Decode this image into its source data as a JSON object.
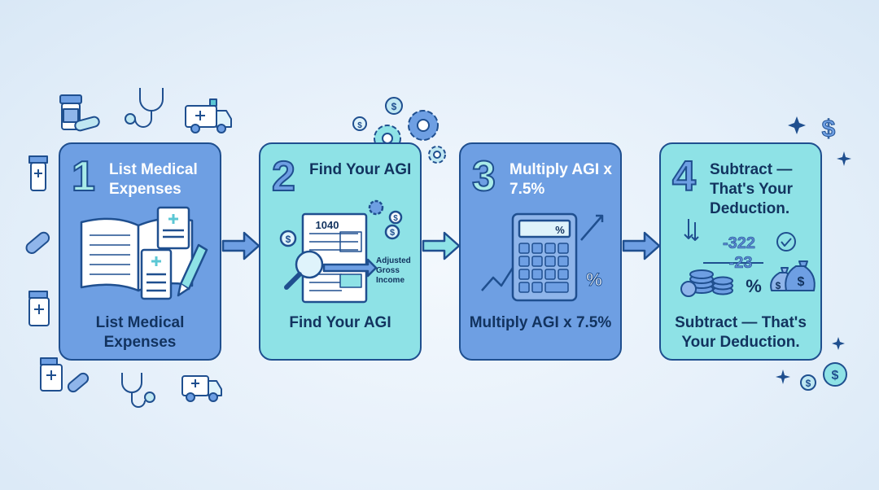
{
  "steps": [
    {
      "number": "1",
      "heading": "List Medical Expenses",
      "caption": "List Medical Expenses"
    },
    {
      "number": "2",
      "heading": "Find Your AGI",
      "caption": "Find Your AGI",
      "form_label": "1040",
      "annotation": "Adjusted Gross Income"
    },
    {
      "number": "3",
      "heading": "Multiply AGI x 7.5%",
      "caption": "Multiply AGI x 7.5%",
      "calc_display": "%",
      "percent_symbol": "%"
    },
    {
      "number": "4",
      "heading": "Subtract — That's Your Deduction.",
      "caption": "Subtract — That's Your Deduction.",
      "line1": "-322",
      "line2": "-23",
      "percent_symbol": "%"
    }
  ],
  "colors": {
    "outline": "#1f4f8f",
    "card_blue": "#6e9fe3",
    "card_aqua": "#8ee2e6",
    "text_dark": "#12335f"
  },
  "icons": [
    "pill-bottle-icon",
    "stethoscope-icon",
    "ambulance-icon",
    "capsule-icon",
    "dollar-coin-icon",
    "gear-icon",
    "sparkle-icon",
    "magnifier-icon",
    "calculator-icon",
    "coin-stack-icon",
    "money-bag-icon",
    "checkmark-icon"
  ]
}
